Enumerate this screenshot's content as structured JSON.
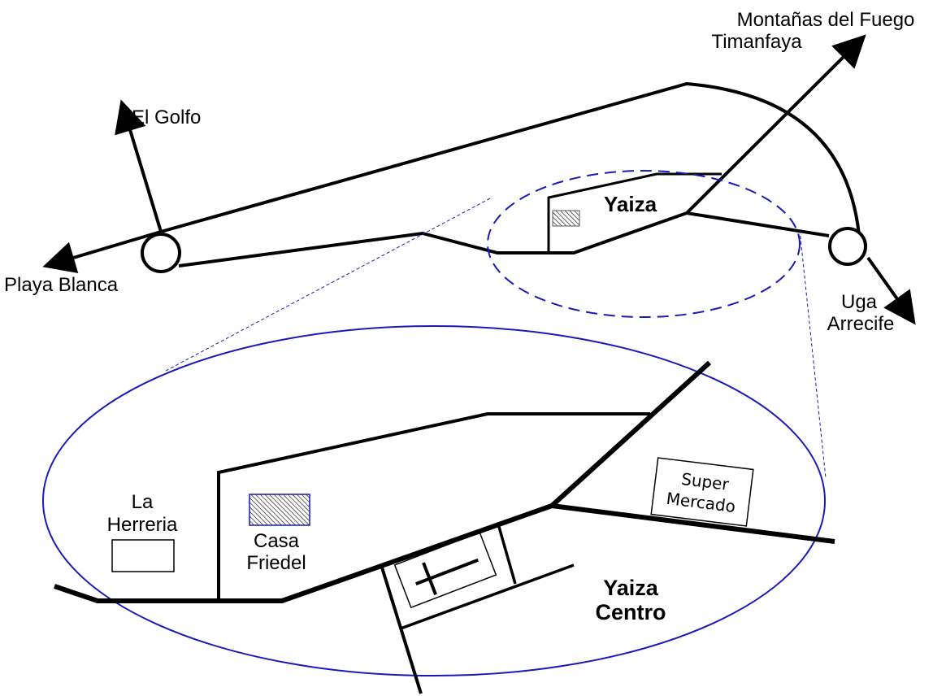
{
  "map": {
    "overview": {
      "town_label": "Yaiza",
      "destinations": [
        {
          "id": "montanas",
          "lines": [
            "Montañas del Fuego",
            "Timanfaya"
          ]
        },
        {
          "id": "el-golfo",
          "lines": [
            "El Golfo"
          ]
        },
        {
          "id": "playa-blanca",
          "lines": [
            "Playa Blanca"
          ]
        },
        {
          "id": "uga-arrecife",
          "lines": [
            "Uga",
            "Arrecife"
          ]
        }
      ]
    },
    "detail": {
      "area_label": [
        "Yaiza",
        "Centro"
      ],
      "places": [
        {
          "id": "la-herreria",
          "lines": [
            "La",
            "Herreria"
          ]
        },
        {
          "id": "casa-friedel",
          "lines": [
            "Casa",
            "Friedel"
          ],
          "highlighted": true
        },
        {
          "id": "super-mercado",
          "lines": [
            "Super",
            "Mercado"
          ]
        }
      ]
    },
    "colors": {
      "road": "#000000",
      "zoom_outline": "#1a1ab8",
      "highlight": "#1a1ab8"
    }
  }
}
